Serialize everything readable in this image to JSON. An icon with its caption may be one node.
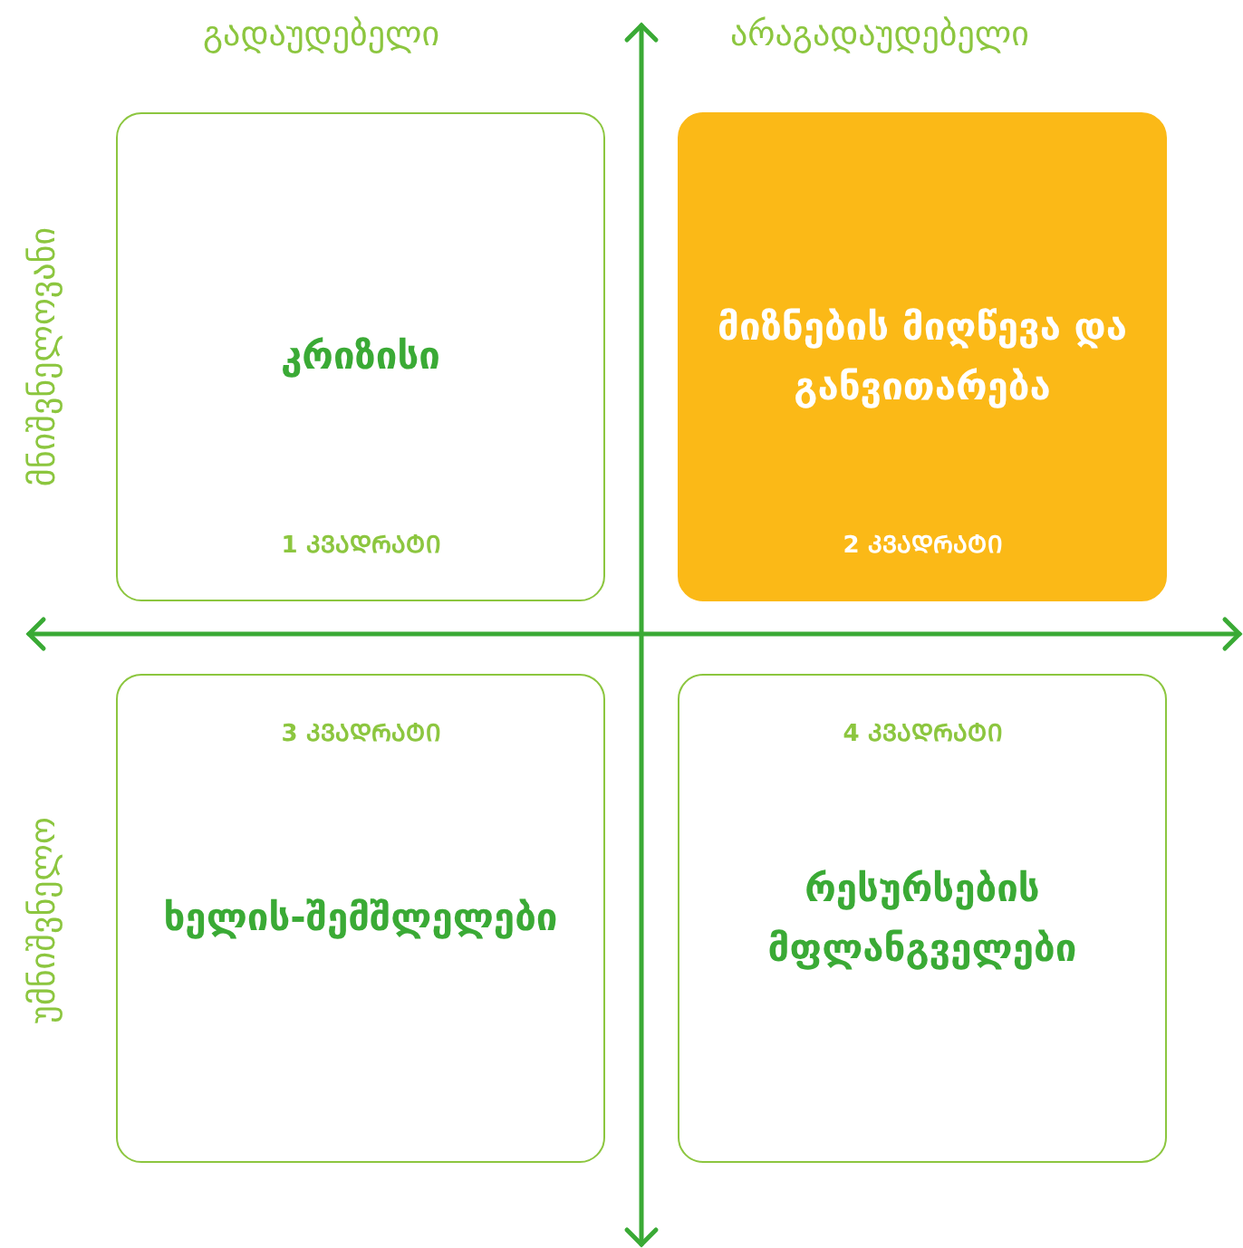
{
  "diagram": {
    "nodes": [
      {
        "text": [
          "კრიზისი",
          "1 ᲙᲕᲐᲓᲠᲐᲢᲘ"
        ]
      },
      {
        "text": [
          "მიზნების მიღწევა და განვითარება",
          "2 ᲙᲕᲐᲓᲠᲐᲢᲘ"
        ]
      },
      {
        "text": [
          "3 ᲙᲕᲐᲓᲠᲐᲢᲘ",
          "ხელის-შემშლელები"
        ]
      },
      {
        "text": [
          "4 ᲙᲕᲐᲓᲠᲐᲢᲘ",
          "რესურსების მფლანგველები"
        ]
      }
    ],
    "labels": [
      "გადაუდებელი",
      "არაგადაუდებელი",
      "მნიშვნელოვანი",
      "უმნიშვნელო"
    ]
  }
}
